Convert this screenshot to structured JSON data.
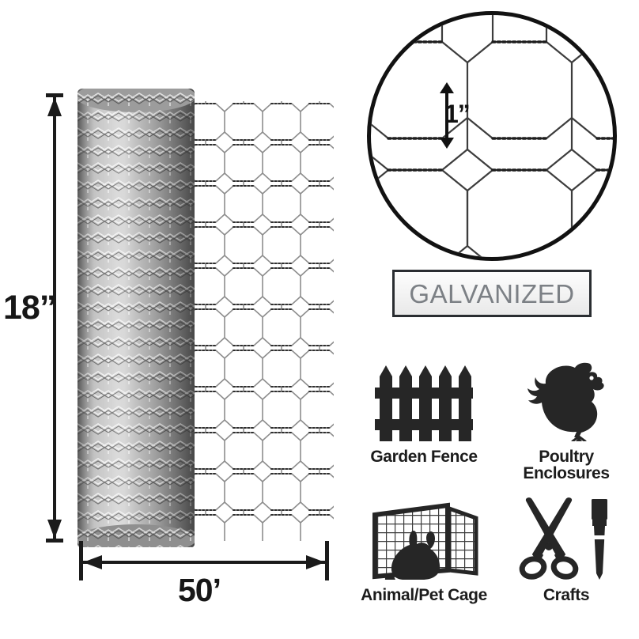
{
  "product": {
    "type": "galvanized-hexagonal-poultry-netting",
    "height_label": "18”",
    "length_label": "50’",
    "mesh_size_label": "1”",
    "material_badge": "GALVANIZED"
  },
  "detail": {
    "caption": "1”",
    "mesh_shape": "hexagon"
  },
  "uses": [
    {
      "label": "Garden Fence",
      "icon": "picket-fence-icon"
    },
    {
      "label": "Poultry Enclosures",
      "icon": "chicken-icon"
    },
    {
      "label": "Animal/Pet Cage",
      "icon": "rabbit-cage-icon"
    },
    {
      "label": "Crafts",
      "icon": "scissors-paintbrush-icon"
    }
  ],
  "colors": {
    "ink": "#1b1b1b",
    "badge_text": "#7c8085",
    "badge_border": "#2a2d31",
    "wire": "#8b8b8b",
    "background": "#ffffff"
  }
}
